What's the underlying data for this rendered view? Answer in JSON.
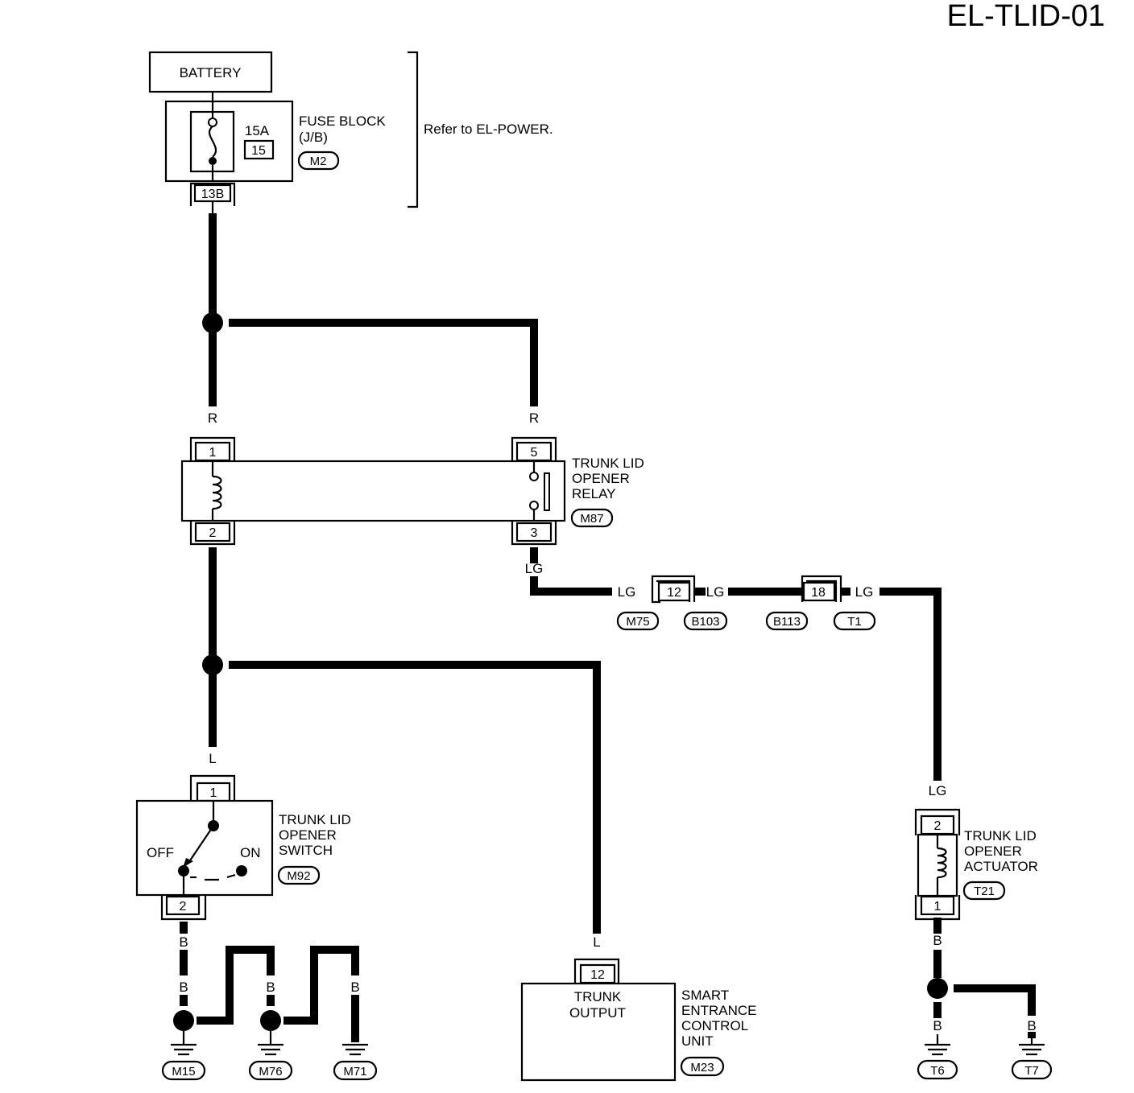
{
  "title": "EL-TLID-01",
  "battery": "BATTERY",
  "fuse_block": {
    "lines": [
      "FUSE BLOCK",
      "(J/B)"
    ],
    "connector": "M2",
    "rating": "15A",
    "number": "15",
    "terminal": "13B"
  },
  "refer_note": "Refer to EL-POWER.",
  "relay": {
    "lines": [
      "TRUNK LID",
      "OPENER",
      "RELAY"
    ],
    "connector": "M87",
    "pins": [
      "1",
      "2",
      "5",
      "3"
    ]
  },
  "switch": {
    "lines": [
      "TRUNK LID",
      "OPENER",
      "SWITCH"
    ],
    "connector": "M92",
    "off_label": "OFF",
    "on_label": "ON",
    "pins": [
      "1",
      "2"
    ]
  },
  "actuator": {
    "lines": [
      "TRUNK LID",
      "OPENER",
      "ACTUATOR"
    ],
    "connector": "T21",
    "pins": [
      "2",
      "1"
    ]
  },
  "control_unit": {
    "lines": [
      "SMART",
      "ENTRANCE",
      "CONTROL",
      "UNIT"
    ],
    "connector": "M23",
    "terminal": "12",
    "output_lines": [
      "TRUNK",
      "OUTPUT"
    ]
  },
  "inline_connectors": [
    {
      "pin": "12",
      "left": "M75",
      "right": "B103"
    },
    {
      "pin": "18",
      "left": "B113",
      "right": "T1"
    }
  ],
  "grounds": [
    "M15",
    "M76",
    "M71",
    "T6",
    "T7"
  ],
  "wire_colors": {
    "red": "R",
    "blue": "L",
    "light_green": "LG",
    "black": "B"
  }
}
